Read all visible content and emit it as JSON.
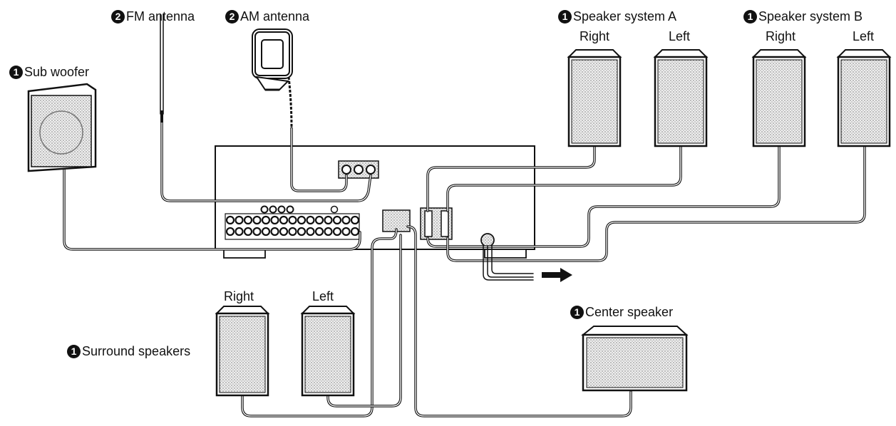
{
  "labels": {
    "fm_antenna": {
      "num": "2",
      "text": "FM antenna"
    },
    "am_antenna": {
      "num": "2",
      "text": "AM antenna"
    },
    "speaker_a": {
      "num": "1",
      "text": "Speaker system A"
    },
    "speaker_b": {
      "num": "1",
      "text": "Speaker system B"
    },
    "sub_woofer": {
      "num": "1",
      "text": "Sub woofer"
    },
    "surround": {
      "num": "1",
      "text": "Surround speakers"
    },
    "center": {
      "num": "1",
      "text": "Center speaker"
    },
    "speaker_a_right": "Right",
    "speaker_a_left": "Left",
    "speaker_b_right": "Right",
    "speaker_b_left": "Left",
    "surround_right": "Right",
    "surround_left": "Left"
  },
  "colors": {
    "line": "#111111",
    "grille": "#d9d9d9",
    "background": "#ffffff"
  }
}
